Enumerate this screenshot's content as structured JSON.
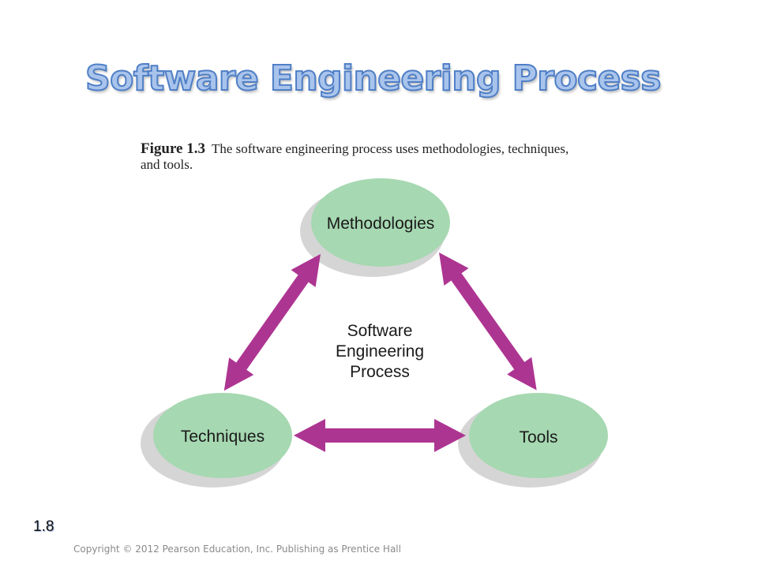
{
  "slide": {
    "title": "Software Engineering Process",
    "slide_number": "1.8",
    "copyright": "Copyright © 2012 Pearson Education, Inc. Publishing as Prentice Hall"
  },
  "figure": {
    "label": "Figure 1.3",
    "caption": "The software engineering process uses methodologies, techniques, and tools."
  },
  "diagram": {
    "center_label": [
      "Software",
      "Engineering",
      "Process"
    ],
    "nodes": {
      "methodologies": "Methodologies",
      "techniques": "Techniques",
      "tools": "Tools"
    },
    "colors": {
      "node_fill": "#a6d8b1",
      "arrow_end": "#ad3592",
      "arrow_mid": "#b9a9d6",
      "title_fill": "#a9c4ec",
      "title_stroke": "#4f7fc6"
    }
  }
}
